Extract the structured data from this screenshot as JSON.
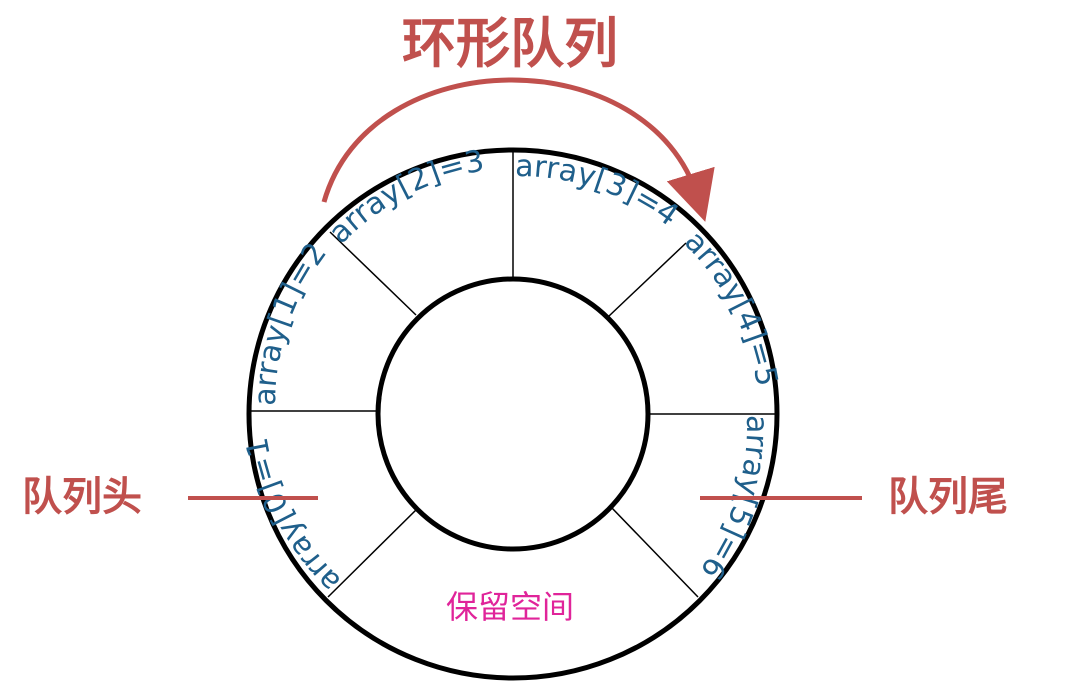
{
  "title": "环形队列",
  "head_label": "队列头",
  "tail_label": "队列尾",
  "reserved_label": "保留空间",
  "slots": [
    {
      "label": "array[0]=1"
    },
    {
      "label": "array[1]=2"
    },
    {
      "label": "array[2]=3"
    },
    {
      "label": "array[3]=4"
    },
    {
      "label": "array[4]=5"
    },
    {
      "label": "array[5]=6"
    }
  ],
  "colors": {
    "accent": "#c0504d",
    "slot_text": "#1f5f8b",
    "reserved_text": "#e0249a",
    "outline": "#000000"
  }
}
